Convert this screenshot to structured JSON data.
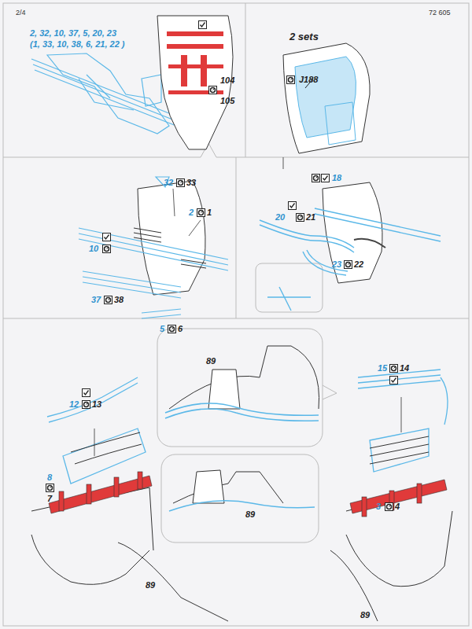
{
  "diagram": {
    "labels": [
      "2/4",
      "72 605",
      "2, 32, 10, 37, 5, 20, 23",
      "(1, 33, 10, 38, 6, 21, 22 )",
      "104",
      "105",
      "2 sets",
      "J188",
      "18",
      "32",
      "33",
      "2",
      "1",
      "10",
      "37",
      "38",
      "5",
      "6",
      "20",
      "21",
      "23",
      "22",
      "89",
      "15",
      "14",
      "12",
      "13",
      "8",
      "7",
      "89",
      "3",
      "4",
      "89",
      "89"
    ]
  }
}
